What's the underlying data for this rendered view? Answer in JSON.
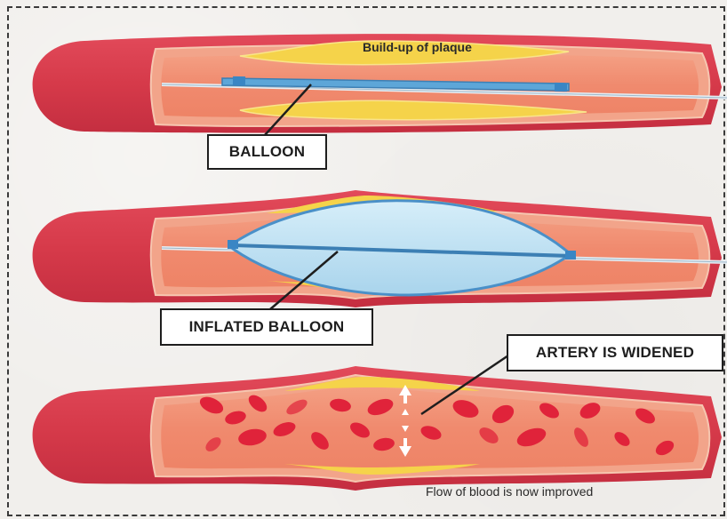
{
  "labels": {
    "plaque": "Build-up of plaque",
    "balloon": "BALLOON",
    "inflated_balloon": "INFLATED BALLOON",
    "artery_widened": "ARTERY IS WIDENED",
    "flow_improved": "Flow of blood is now improved"
  },
  "colors": {
    "artery_outer": "#d63a4a",
    "artery_inner": "#f08a6e",
    "plaque": "#f5d34a",
    "balloon_fill": "#b9dff2",
    "balloon_edge": "#4a90c8",
    "catheter": "#dfe9f1",
    "blood_cell": "#e0233a",
    "frame": "#3a3a3a"
  },
  "icons": [
    "up-arrow-icon",
    "down-arrow-icon"
  ]
}
